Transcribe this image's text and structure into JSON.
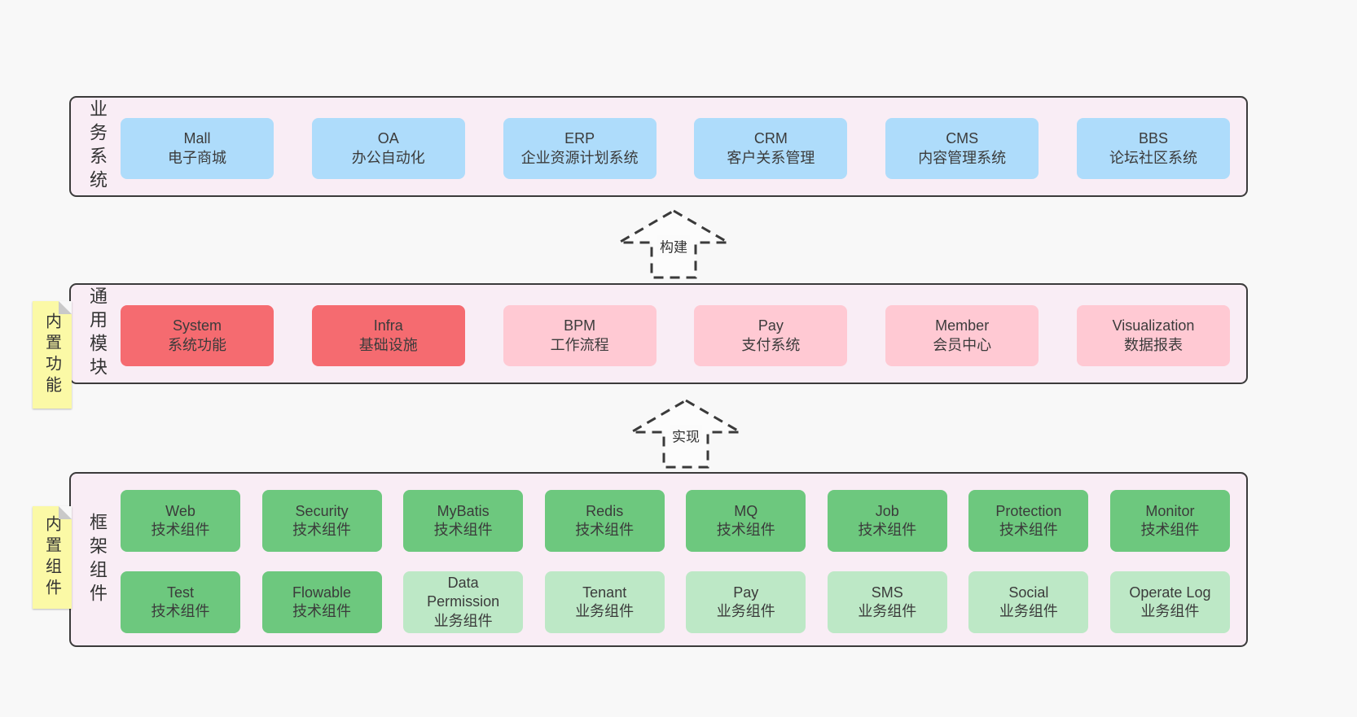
{
  "colors": {
    "blue": "#aedcfb",
    "red": "#f56b70",
    "pink": "#ffc9d3",
    "green": "#6dc87e",
    "light_green": "#bde8c6",
    "container_bg": "#f9edf5",
    "sticky_bg": "#fbf9a6",
    "page_bg": "#f8f8f8"
  },
  "arrows": [
    {
      "label": "构建"
    },
    {
      "label": "实现"
    }
  ],
  "layers": [
    {
      "id": "business-systems",
      "label": "业务系统",
      "boxes": [
        {
          "title": "Mall",
          "subtitle": "电子商城",
          "variant": "blue"
        },
        {
          "title": "OA",
          "subtitle": "办公自动化",
          "variant": "blue"
        },
        {
          "title": "ERP",
          "subtitle": "企业资源计划系统",
          "variant": "blue"
        },
        {
          "title": "CRM",
          "subtitle": "客户关系管理",
          "variant": "blue"
        },
        {
          "title": "CMS",
          "subtitle": "内容管理系统",
          "variant": "blue"
        },
        {
          "title": "BBS",
          "subtitle": "论坛社区系统",
          "variant": "blue"
        }
      ]
    },
    {
      "id": "common-modules",
      "label": "通用模块",
      "sticky": "内置功能",
      "boxes": [
        {
          "title": "System",
          "subtitle": "系统功能",
          "variant": "red"
        },
        {
          "title": "Infra",
          "subtitle": "基础设施",
          "variant": "red"
        },
        {
          "title": "BPM",
          "subtitle": "工作流程",
          "variant": "pink"
        },
        {
          "title": "Pay",
          "subtitle": "支付系统",
          "variant": "pink"
        },
        {
          "title": "Member",
          "subtitle": "会员中心",
          "variant": "pink"
        },
        {
          "title": "Visualization",
          "subtitle": "数据报表",
          "variant": "pink"
        }
      ]
    },
    {
      "id": "framework-components",
      "label": "框架组件",
      "sticky": "内置组件",
      "rows": [
        [
          {
            "title": "Web",
            "subtitle": "技术组件",
            "variant": "green"
          },
          {
            "title": "Security",
            "subtitle": "技术组件",
            "variant": "green"
          },
          {
            "title": "MyBatis",
            "subtitle": "技术组件",
            "variant": "green"
          },
          {
            "title": "Redis",
            "subtitle": "技术组件",
            "variant": "green"
          },
          {
            "title": "MQ",
            "subtitle": "技术组件",
            "variant": "green"
          },
          {
            "title": "Job",
            "subtitle": "技术组件",
            "variant": "green"
          },
          {
            "title": "Protection",
            "subtitle": "技术组件",
            "variant": "green"
          },
          {
            "title": "Monitor",
            "subtitle": "技术组件",
            "variant": "green"
          }
        ],
        [
          {
            "title": "Test",
            "subtitle": "技术组件",
            "variant": "green"
          },
          {
            "title": "Flowable",
            "subtitle": "技术组件",
            "variant": "green"
          },
          {
            "title": "Data Permission",
            "subtitle": "业务组件",
            "variant": "light_green"
          },
          {
            "title": "Tenant",
            "subtitle": "业务组件",
            "variant": "light_green"
          },
          {
            "title": "Pay",
            "subtitle": "业务组件",
            "variant": "light_green"
          },
          {
            "title": "SMS",
            "subtitle": "业务组件",
            "variant": "light_green"
          },
          {
            "title": "Social",
            "subtitle": "业务组件",
            "variant": "light_green"
          },
          {
            "title": "Operate Log",
            "subtitle": "业务组件",
            "variant": "light_green"
          }
        ]
      ]
    }
  ]
}
